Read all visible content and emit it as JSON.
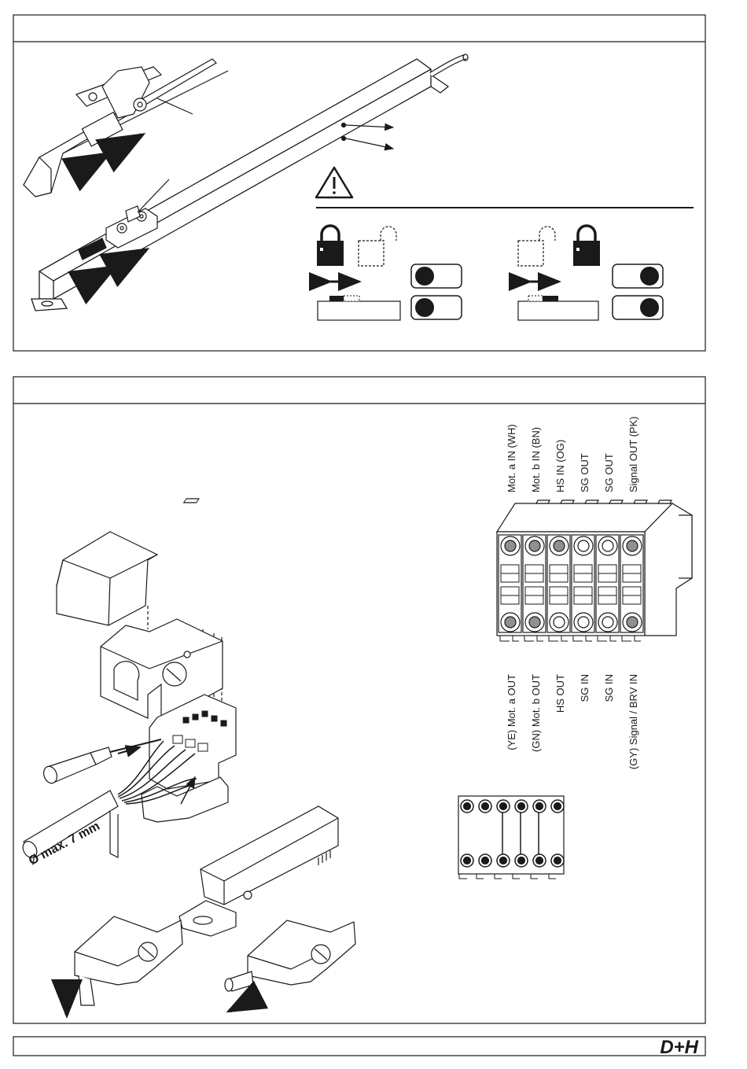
{
  "top_connector": {
    "labels": [
      "Mot. a IN (WH)",
      "Mot. b IN (BN)",
      "HS IN (OG)",
      "SG OUT",
      "SG OUT",
      "Signal OUT (PK)"
    ],
    "pin_fill": [
      "#909090",
      "#909090",
      "#909090",
      "#ffffff",
      "#ffffff",
      "#909090"
    ]
  },
  "bottom_connector": {
    "labels": [
      "(YE) Mot. a OUT",
      "(GN) Mot. b OUT",
      "HS OUT",
      "SG IN",
      "SG IN",
      "(GY) Signal / BRV IN"
    ],
    "pin_fill": [
      "#909090",
      "#909090",
      "#ffffff",
      "#ffffff",
      "#ffffff",
      "#909090"
    ]
  },
  "cable_note": "Ø max. 7 mm",
  "brand": "D+H",
  "icons": {
    "warning": "warning-triangle-icon",
    "lock_closed": "padlock-closed-icon",
    "lock_open": "padlock-open-icon",
    "move": "double-arrow-icon"
  },
  "colors": {
    "ink": "#1a1a1a",
    "pin_grey": "#909090",
    "paper": "#ffffff"
  }
}
